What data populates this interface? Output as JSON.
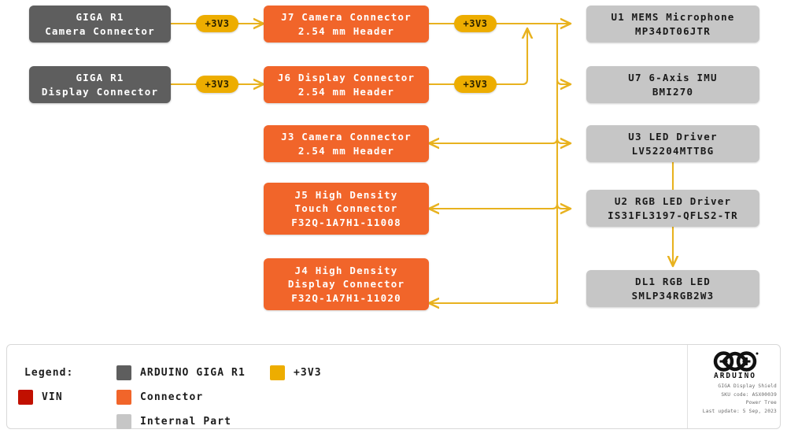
{
  "diagram": {
    "title": "GIGA Display Shield Power Tree",
    "sources": [
      {
        "id": "giga-camera",
        "lines": [
          "GIGA R1",
          "Camera Connector"
        ],
        "kind": "ARDUINO GIGA R1"
      },
      {
        "id": "giga-display",
        "lines": [
          "GIGA R1",
          "Display Connector"
        ],
        "kind": "ARDUINO GIGA R1"
      }
    ],
    "connectors": [
      {
        "id": "j7",
        "lines": [
          "J7 Camera Connector",
          "2.54 mm Header"
        ],
        "kind": "Connector"
      },
      {
        "id": "j6",
        "lines": [
          "J6 Display Connector",
          "2.54 mm Header"
        ],
        "kind": "Connector"
      },
      {
        "id": "j3",
        "lines": [
          "J3 Camera Connector",
          "2.54 mm Header"
        ],
        "kind": "Connector"
      },
      {
        "id": "j5",
        "lines": [
          "J5 High Density",
          "Touch Connector",
          "F32Q-1A7H1-11008"
        ],
        "kind": "Connector"
      },
      {
        "id": "j4",
        "lines": [
          "J4 High Density",
          "Display Connector",
          "F32Q-1A7H1-11020"
        ],
        "kind": "Connector"
      }
    ],
    "internal_parts": [
      {
        "id": "u1",
        "lines": [
          "U1 MEMS Microphone",
          "MP34DT06JTR"
        ],
        "kind": "Internal Part"
      },
      {
        "id": "u7",
        "lines": [
          "U7 6-Axis IMU",
          "BMI270"
        ],
        "kind": "Internal Part"
      },
      {
        "id": "u3",
        "lines": [
          "U3 LED Driver",
          "LV52204MTTBG"
        ],
        "kind": "Internal Part"
      },
      {
        "id": "u2",
        "lines": [
          "U2 RGB LED Driver",
          "IS31FL3197-QFLS2-TR"
        ],
        "kind": "Internal Part"
      },
      {
        "id": "dl1",
        "lines": [
          "DL1 RGB LED",
          "SMLP34RGB2W3"
        ],
        "kind": "Internal Part"
      }
    ],
    "rails": [
      {
        "id": "rail-camera",
        "label": "+3V3"
      },
      {
        "id": "rail-display",
        "label": "+3V3"
      },
      {
        "id": "rail-j7",
        "label": "+3V3"
      },
      {
        "id": "rail-j6",
        "label": "+3V3"
      }
    ]
  },
  "legend": {
    "title": "Legend:",
    "items": [
      {
        "label": "ARDUINO GIGA R1",
        "color": "#5e5e5e"
      },
      {
        "label": "+3V3",
        "color": "#edad00"
      },
      {
        "label": "VIN",
        "color": "#c11000"
      },
      {
        "label": "Connector",
        "color": "#f1652a"
      },
      {
        "label": "Internal Part",
        "color": "#c6c6c6"
      }
    ]
  },
  "brand": {
    "wordmark": "ARDUINO",
    "product": "GIGA Display Shield",
    "sku": "SKU code: ASX00039",
    "doc_type": "Power Tree",
    "updated": "Last update: 5 Sep, 2023"
  },
  "colors": {
    "wire": "#e8b21f",
    "giga": "#5e5e5e",
    "connector": "#f1652a",
    "internal": "#c6c6c6",
    "rail": "#edad00",
    "vin": "#c11000"
  }
}
